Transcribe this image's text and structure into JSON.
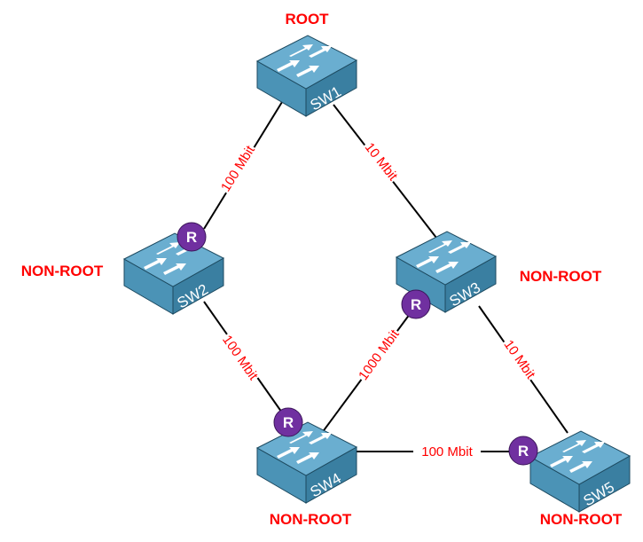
{
  "diagram": {
    "type": "spanning-tree-topology",
    "colors": {
      "label": "#ff0000",
      "link": "#000000",
      "switch_top": "#6aaed0",
      "switch_side": "#3f86a8",
      "switch_edge": "#1d4a60",
      "root_port": "#7030a0"
    },
    "switches": [
      {
        "id": "SW1",
        "name": "SW1",
        "role": "ROOT"
      },
      {
        "id": "SW2",
        "name": "SW2",
        "role": "NON-ROOT"
      },
      {
        "id": "SW3",
        "name": "SW3",
        "role": "NON-ROOT"
      },
      {
        "id": "SW4",
        "name": "SW4",
        "role": "NON-ROOT"
      },
      {
        "id": "SW5",
        "name": "SW5",
        "role": "NON-ROOT"
      }
    ],
    "links": [
      {
        "from": "SW1",
        "to": "SW2",
        "speed": "100 Mbit"
      },
      {
        "from": "SW1",
        "to": "SW3",
        "speed": "10 Mbit"
      },
      {
        "from": "SW2",
        "to": "SW4",
        "speed": "100 Mbit"
      },
      {
        "from": "SW3",
        "to": "SW4",
        "speed": "1000 Mbit"
      },
      {
        "from": "SW3",
        "to": "SW5",
        "speed": "10 Mbit"
      },
      {
        "from": "SW4",
        "to": "SW5",
        "speed": "100 Mbit"
      }
    ],
    "root_ports": [
      {
        "switch": "SW2",
        "label": "R"
      },
      {
        "switch": "SW3",
        "label": "R"
      },
      {
        "switch": "SW4",
        "label": "R"
      },
      {
        "switch": "SW5",
        "label": "R"
      }
    ]
  }
}
